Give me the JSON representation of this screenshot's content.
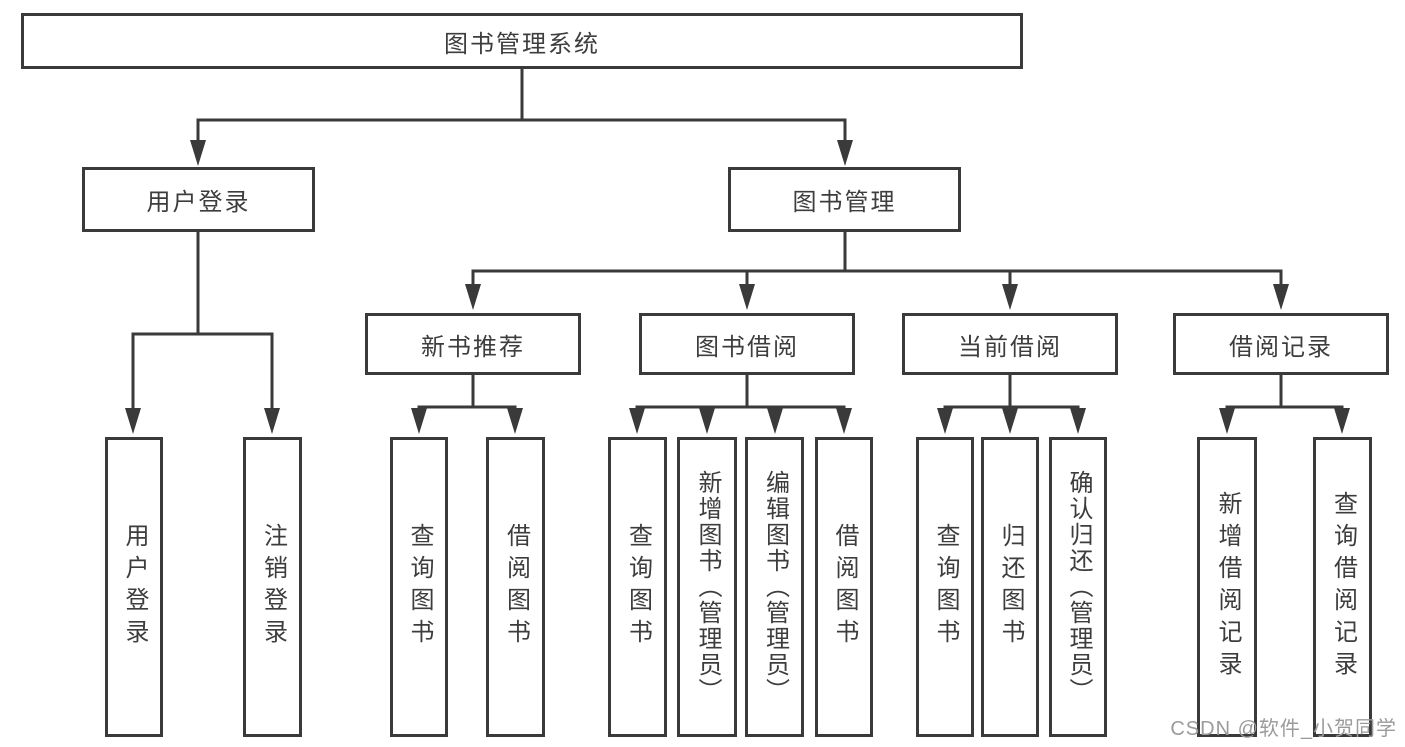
{
  "diagram": {
    "title": "图书管理系统",
    "tree": {
      "root": {
        "label": "图书管理系统"
      },
      "children": [
        {
          "label": "用户登录",
          "children": [
            {
              "label": "用户登录"
            },
            {
              "label": "注销登录"
            }
          ]
        },
        {
          "label": "图书管理",
          "children": [
            {
              "label": "新书推荐",
              "children": [
                {
                  "label": "查询图书"
                },
                {
                  "label": "借阅图书"
                }
              ]
            },
            {
              "label": "图书借阅",
              "children": [
                {
                  "label": "查询图书"
                },
                {
                  "label": "新增图书（管理员）"
                },
                {
                  "label": "编辑图书（管理员）"
                },
                {
                  "label": "借阅图书"
                }
              ]
            },
            {
              "label": "当前借阅",
              "children": [
                {
                  "label": "查询图书"
                },
                {
                  "label": "归还图书"
                },
                {
                  "label": "确认归还（管理员）"
                }
              ]
            },
            {
              "label": "借阅记录",
              "children": [
                {
                  "label": "新增借阅记录"
                },
                {
                  "label": "查询借阅记录"
                }
              ]
            }
          ]
        }
      ]
    },
    "watermark": {
      "text": "CSDN @软件_小贺同学"
    },
    "colors": {
      "background": "#ffffff",
      "box_border": "#3a3a3a",
      "connector": "#3a3a3a",
      "text": "#3d3d3d",
      "watermark": "#9b9b9b"
    }
  }
}
